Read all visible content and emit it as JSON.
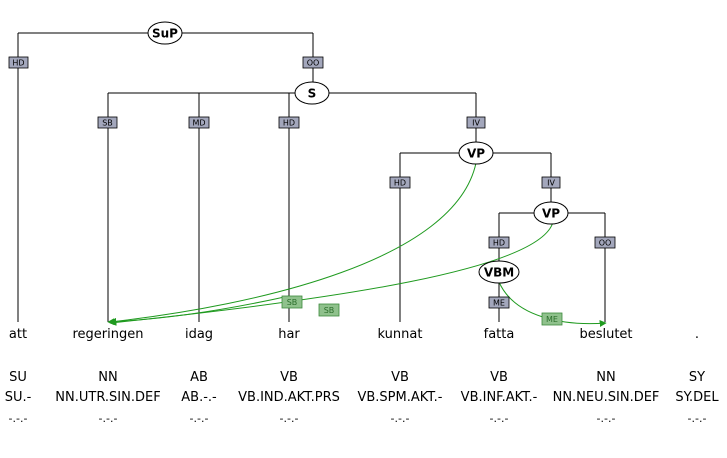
{
  "nodes": {
    "sup": "SuP",
    "s": "S",
    "vp1": "VP",
    "vp2": "VP",
    "vbm": "VBM"
  },
  "edge_labels": {
    "sup_att": "HD",
    "sup_s": "OO",
    "s_regeringen": "SB",
    "s_idag": "MD",
    "s_har": "HD",
    "s_vp1": "IV",
    "vp1_kunnat": "HD",
    "vp1_vp2": "IV",
    "vp2_vbm": "HD",
    "vp2_beslutet": "OO",
    "vbm_fatta": "ME"
  },
  "secondary_labels": {
    "har_sb": "SB",
    "vp1_sb": "SB",
    "vbm_me": "ME"
  },
  "tokens": [
    {
      "word": "att",
      "pos": "SU",
      "morph": "SU.-",
      "extra": "-.-.-"
    },
    {
      "word": "regeringen",
      "pos": "NN",
      "morph": "NN.UTR.SIN.DEF",
      "extra": "-.-.-"
    },
    {
      "word": "idag",
      "pos": "AB",
      "morph": "AB.-.-",
      "extra": "-.-.-"
    },
    {
      "word": "har",
      "pos": "VB",
      "morph": "VB.IND.AKT.PRS",
      "extra": "-.-.-"
    },
    {
      "word": "kunnat",
      "pos": "VB",
      "morph": "VB.SPM.AKT.-",
      "extra": "-.-.-"
    },
    {
      "word": "fatta",
      "pos": "VB",
      "morph": "VB.INF.AKT.-",
      "extra": "-.-.-"
    },
    {
      "word": "beslutet",
      "pos": "NN",
      "morph": "NN.NEU.SIN.DEF",
      "extra": "-.-.-"
    },
    {
      "word": ".",
      "pos": "SY",
      "morph": "SY.DEL",
      "extra": "-.-.-"
    }
  ]
}
